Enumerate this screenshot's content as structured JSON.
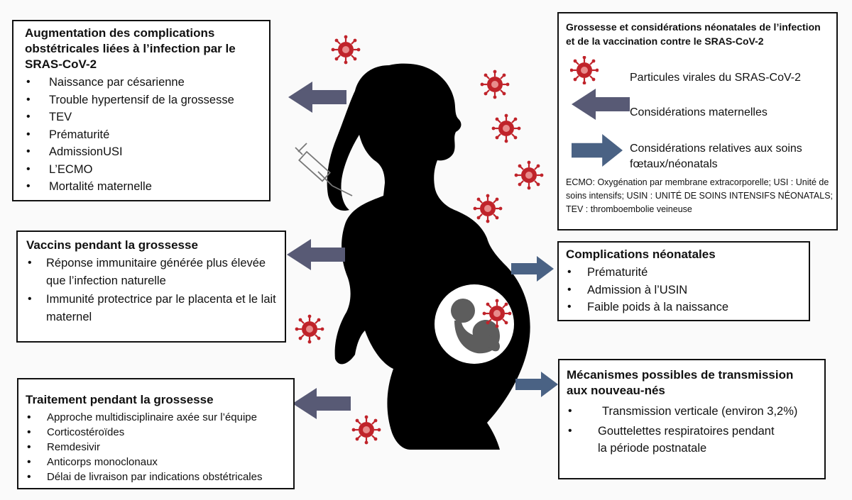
{
  "colors": {
    "arrow_fill": "#585a75",
    "arrow_blue": "#4a6284",
    "virus": "#c0232a",
    "silhouette": "#000000",
    "fetus": "#5d5d5d"
  },
  "box_obstetric": {
    "title": "Augmentation des complications obstétricales liées à l’infection par le SRAS-CoV-2",
    "items": [
      "Naissance par césarienne",
      "Trouble hypertensif de la grossesse",
      "TEV",
      "Prématurité",
      "AdmissionUSI",
      "L’ECMO",
      "Mortalité maternelle"
    ]
  },
  "box_vaccines": {
    "title": "Vaccins pendant la grossesse",
    "items": [
      "Réponse immunitaire générée plus élevée que l’infection naturelle",
      "Immunité protectrice par le placenta et le lait maternel"
    ]
  },
  "box_treatment": {
    "title": "Traitement pendant la grossesse",
    "items": [
      "Approche multidisciplinaire axée sur l’équipe",
      "Corticostéroïdes",
      "Remdesivir",
      "Anticorps monoclonaux",
      "Délai de livraison par indications obstétricales"
    ]
  },
  "box_legend": {
    "title": "Grossesse et considérations néonatales de l’infection et de la vaccination contre le SRAS-CoV-2",
    "virus_label": "Particules virales du SRAS-CoV-2",
    "maternal_label": "Considérations maternelles",
    "fetal_label": "Considérations relatives aux soins fœtaux/néonatals",
    "abbreviations": "ECMO: Oxygénation par membrane extracorporelle; USI : Unité de soins intensifs; USIN : UNITÉ DE SOINS INTENSIFS NÉONATALS; TEV : thromboembolie veineuse"
  },
  "box_neonatal": {
    "title": "Complications néonatales",
    "items": [
      "Prématurité",
      "Admission à l’USIN",
      "Faible poids à la naissance"
    ]
  },
  "box_transmission": {
    "title": "Mécanismes possibles de transmission aux nouveau-nés",
    "items": [
      "Transmission verticale (environ 3,2%)",
      "Gouttelettes respiratoires pendant la période postnatale"
    ]
  }
}
